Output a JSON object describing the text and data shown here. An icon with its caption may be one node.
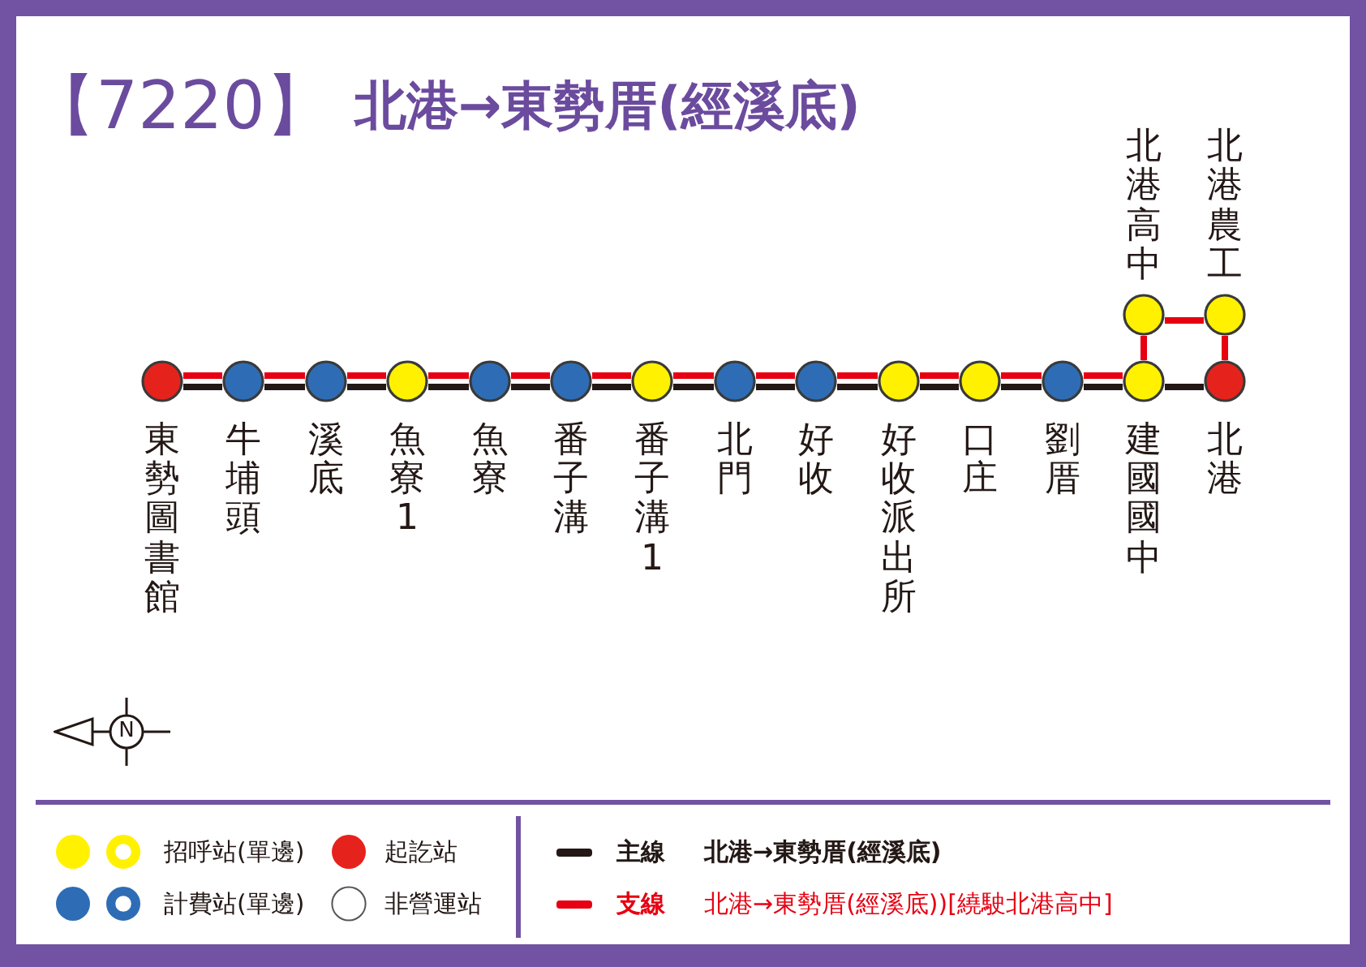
{
  "diagram": {
    "title": "【7220】",
    "nodes": [
      {
        "text": [
          "東勢圖書館"
        ]
      },
      {
        "text": [
          "牛埔頭"
        ]
      },
      {
        "text": [
          "溪底"
        ]
      },
      {
        "text": [
          "魚寮1"
        ]
      },
      {
        "text": [
          "魚寮"
        ]
      },
      {
        "text": [
          "番子溝"
        ]
      },
      {
        "text": [
          "番子溝1"
        ]
      },
      {
        "text": [
          "北門"
        ]
      },
      {
        "text": [
          "好收"
        ]
      },
      {
        "text": [
          "好收派出所"
        ]
      },
      {
        "text": [
          "口庄"
        ]
      },
      {
        "text": [
          "劉厝"
        ]
      },
      {
        "text": [
          "建國國中"
        ]
      },
      {
        "text": [
          "北港"
        ]
      },
      {
        "text": [
          "北港高中"
        ]
      },
      {
        "text": [
          "北港農工"
        ]
      }
    ],
    "edges": [
      {
        "from": 0,
        "to": 1,
        "arrow": "none",
        "color": "#231815"
      },
      {
        "from": 0,
        "to": 1,
        "arrow": "none",
        "color": "#e60012"
      },
      {
        "from": 1,
        "to": 2,
        "arrow": "none",
        "color": "#231815"
      },
      {
        "from": 1,
        "to": 2,
        "arrow": "none",
        "color": "#e60012"
      },
      {
        "from": 2,
        "to": 3,
        "arrow": "none",
        "color": "#231815"
      },
      {
        "from": 2,
        "to": 3,
        "arrow": "none",
        "color": "#e60012"
      },
      {
        "from": 3,
        "to": 4,
        "arrow": "none",
        "color": "#231815"
      },
      {
        "from": 3,
        "to": 4,
        "arrow": "none",
        "color": "#e60012"
      },
      {
        "from": 4,
        "to": 5,
        "arrow": "none",
        "color": "#231815"
      },
      {
        "from": 4,
        "to": 5,
        "arrow": "none",
        "color": "#e60012"
      },
      {
        "from": 5,
        "to": 6,
        "arrow": "none",
        "color": "#231815"
      },
      {
        "from": 5,
        "to": 6,
        "arrow": "none",
        "color": "#e60012"
      },
      {
        "from": 6,
        "to": 7,
        "arrow": "none",
        "color": "#231815"
      },
      {
        "from": 6,
        "to": 7,
        "arrow": "none",
        "color": "#e60012"
      },
      {
        "from": 7,
        "to": 8,
        "arrow": "none",
        "color": "#231815"
      },
      {
        "from": 7,
        "to": 8,
        "arrow": "none",
        "color": "#e60012"
      },
      {
        "from": 8,
        "to": 9,
        "arrow": "none",
        "color": "#231815"
      },
      {
        "from": 8,
        "to": 9,
        "arrow": "none",
        "color": "#e60012"
      },
      {
        "from": 9,
        "to": 10,
        "arrow": "none",
        "color": "#231815"
      },
      {
        "from": 9,
        "to": 10,
        "arrow": "none",
        "color": "#e60012"
      },
      {
        "from": 10,
        "to": 11,
        "arrow": "none",
        "color": "#231815"
      },
      {
        "from": 10,
        "to": 11,
        "arrow": "none",
        "color": "#e60012"
      },
      {
        "from": 11,
        "to": 12,
        "arrow": "none",
        "color": "#231815"
      },
      {
        "from": 11,
        "to": 12,
        "arrow": "none",
        "color": "#e60012"
      },
      {
        "from": 12,
        "to": 13,
        "arrow": "none",
        "color": "#231815"
      },
      {
        "from": 12,
        "to": 14,
        "arrow": "none",
        "color": "#e60012"
      },
      {
        "from": 14,
        "to": 15,
        "arrow": "none",
        "color": "#e60012"
      },
      {
        "from": 15,
        "to": 13,
        "arrow": "none",
        "color": "#e60012"
      }
    ],
    "labels": [
      "北港→東勢厝(經溪底)",
      "N",
      "北港→東勢厝(經溪底)",
      "北港→東勢厝(經溪底))[繞駛北港高中]"
    ],
    "legend": [
      {
        "text": "招呼站(單邊)",
        "color": "#fff100"
      },
      {
        "text": "起訖站",
        "color": "#e5231c"
      },
      {
        "text": "計費站(單邊)",
        "color": "#2e6db5"
      },
      {
        "text": "非營運站"
      },
      {
        "text": "主線",
        "color": "#231815"
      },
      {
        "text": "支線",
        "color": "#e60012"
      }
    ]
  }
}
